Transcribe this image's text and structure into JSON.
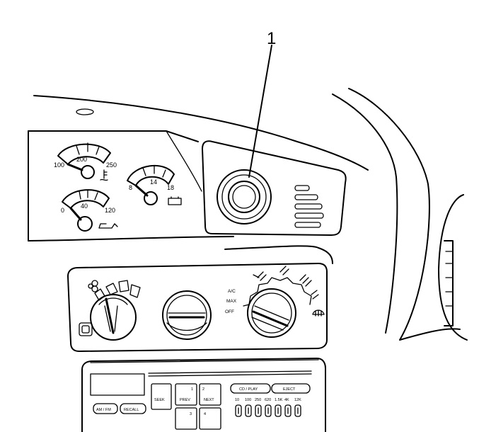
{
  "callout": {
    "number": "1"
  },
  "gauges": {
    "temperature": {
      "min": "100",
      "mid": "200",
      "max": "250"
    },
    "oil": {
      "min": "0",
      "mid": "40",
      "max": "120"
    },
    "voltage": {
      "min": "8",
      "mid": "14",
      "max": "18"
    }
  },
  "hvac": {
    "ac_label": "A/C",
    "max_label": "MAX",
    "off_label": "OFF"
  },
  "radio": {
    "seek": "SEEK",
    "prev_num": "1",
    "prev_label": "PREV",
    "next_num": "2",
    "next_label": "NEXT",
    "num_3": "3",
    "num_4": "4",
    "cd_play": "CD / PLAY",
    "eject": "EJECT",
    "am_fm": "AM / FM",
    "recall": "RECALL",
    "eq_bands": [
      "10",
      "100",
      "250",
      "620",
      "1.5K",
      "4K",
      "12K"
    ]
  },
  "icons": [
    "thermometer-icon",
    "oil-can-icon",
    "battery-icon",
    "fan-icon",
    "defrost-icon"
  ]
}
